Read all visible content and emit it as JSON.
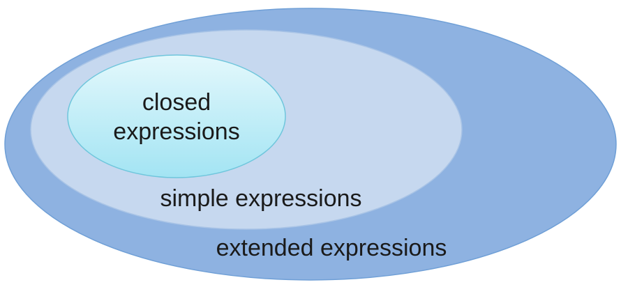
{
  "diagram": {
    "regions": [
      {
        "id": "extended",
        "label": "extended expressions"
      },
      {
        "id": "simple",
        "label": "simple expressions"
      },
      {
        "id": "closed",
        "label_line1": "closed",
        "label_line2": "expressions"
      }
    ]
  },
  "colors": {
    "extended_fill": "#8eb2e1",
    "extended_stroke": "#6f9fd6",
    "simple_fill": "#c6d8ef",
    "simple_stroke": "#a9c4e6",
    "closed_fill_top": "#e3f8fc",
    "closed_fill_bottom": "#a3e4f3",
    "closed_stroke": "#6fc6dc",
    "text": "#1a1a1a"
  }
}
